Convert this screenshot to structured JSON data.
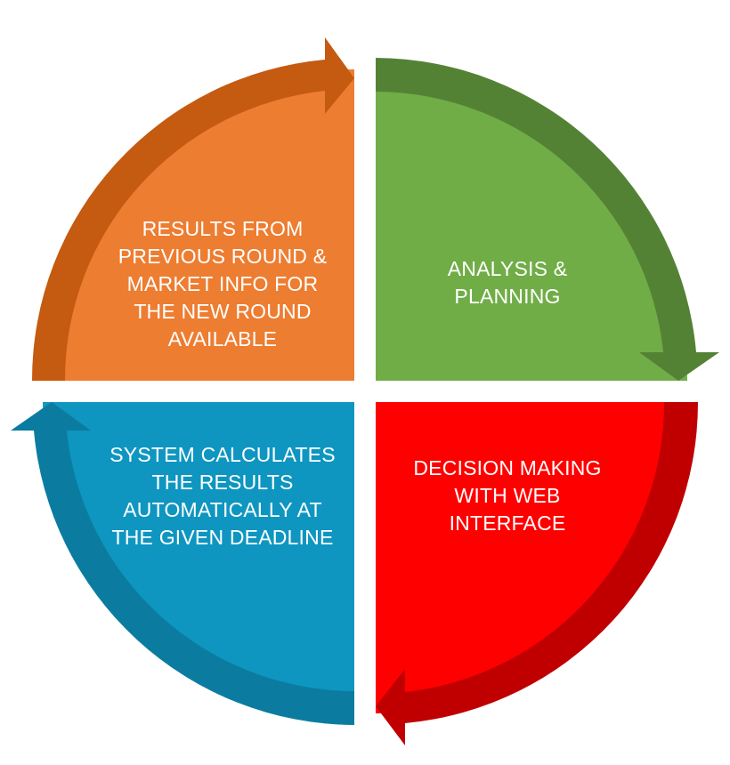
{
  "diagram": {
    "steps": [
      {
        "id": "results",
        "label": "RESULTS FROM\nPREVIOUS ROUND &\nMARKET INFO FOR\nTHE NEW ROUND\nAVAILABLE",
        "color": "#ED7D31",
        "arrow_color": "#C55A11"
      },
      {
        "id": "analysis",
        "label": "ANALYSIS &\nPLANNING",
        "color": "#70AD47",
        "arrow_color": "#548235"
      },
      {
        "id": "decision",
        "label": "DECISION MAKING\nWITH WEB\nINTERFACE",
        "color": "#FF0000",
        "arrow_color": "#C00000"
      },
      {
        "id": "system",
        "label": "SYSTEM CALCULATES\nTHE RESULTS\nAUTOMATICALLY AT\nTHE GIVEN DEADLINE",
        "color": "#0E96C1",
        "arrow_color": "#0B7CA0"
      }
    ]
  }
}
